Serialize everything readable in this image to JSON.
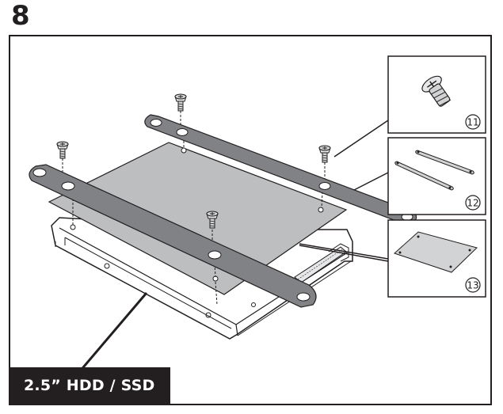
{
  "step": {
    "number": "8"
  },
  "caption": {
    "text": "2.5” HDD / SSD"
  },
  "callouts": [
    {
      "label": "11",
      "item": "screw"
    },
    {
      "label": "12",
      "item": "rails"
    },
    {
      "label": "13",
      "item": "pad"
    }
  ],
  "colors": {
    "outline": "#231f20",
    "pad_gray": "#bcbec0",
    "bracket_gray": "#808285",
    "screw_gray": "#d1d3d4"
  }
}
